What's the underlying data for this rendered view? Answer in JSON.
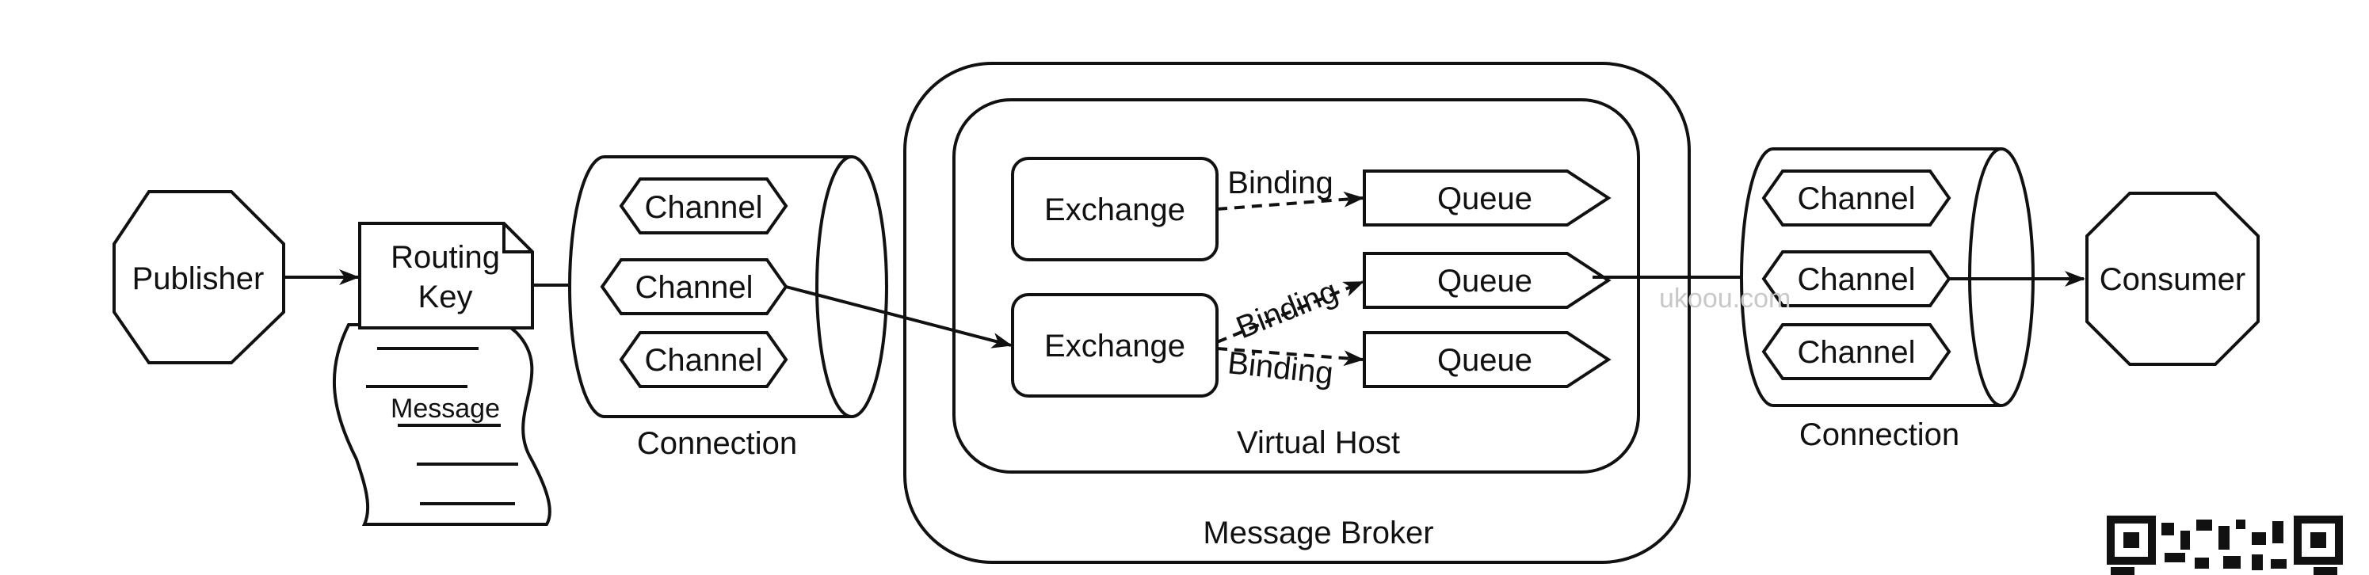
{
  "nodes": {
    "publisher": "Publisher",
    "routing_key": [
      "Routing",
      "Key"
    ],
    "message": "Message",
    "channel": "Channel",
    "connection": "Connection",
    "exchange": "Exchange",
    "queue": "Queue",
    "binding": "Binding",
    "virtual_host": "Virtual Host",
    "message_broker": "Message Broker",
    "consumer": "Consumer"
  },
  "watermark": {
    "site": "ukoou.com"
  }
}
